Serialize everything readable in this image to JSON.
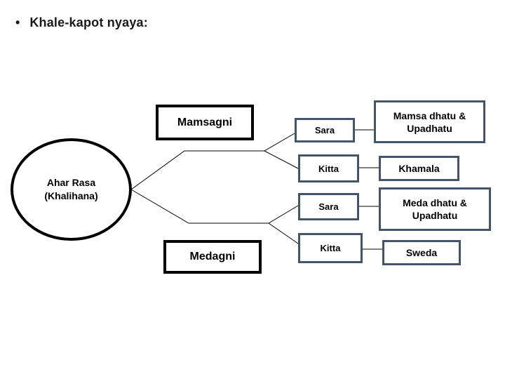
{
  "slide": {
    "bullet": "•",
    "title": "Khale-kapot nyaya:"
  },
  "diagram": {
    "source_ellipse": {
      "label": "Ahar Rasa (Khalihana)"
    },
    "mamsagni_box": {
      "label": "Mamsagni"
    },
    "medagni_box": {
      "label": "Medagni"
    },
    "mamsa_branch": {
      "sara": {
        "label": "Sara"
      },
      "kitta": {
        "label": "Kitta"
      },
      "sara_outcome": {
        "label": "Mamsa dhatu & Upadhatu"
      },
      "kitta_outcome": {
        "label": "Khamala"
      }
    },
    "meda_branch": {
      "sara": {
        "label": "Sara"
      },
      "kitta": {
        "label": "Kitta"
      },
      "sara_outcome": {
        "label": "Meda dhatu & Upadhatu"
      },
      "kitta_outcome": {
        "label": "Sweda"
      }
    },
    "colors": {
      "process_border": "#000000",
      "outcome_border": "#44546A",
      "connector_line": "#000000",
      "text": "#000000",
      "background": "#ffffff"
    }
  }
}
